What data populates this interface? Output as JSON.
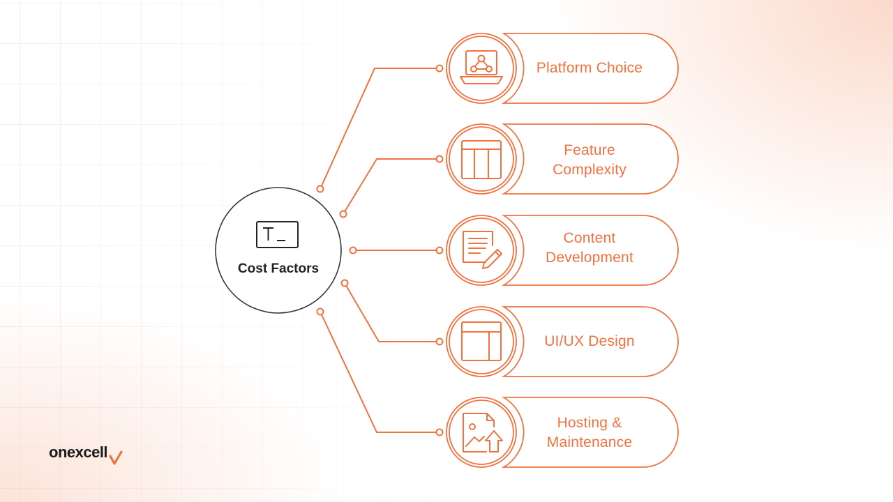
{
  "center": {
    "label": "Cost Factors",
    "icon": "terminal-icon"
  },
  "factors": [
    {
      "label": "Platform Choice",
      "icon": "user-network-laptop-icon"
    },
    {
      "label": "Feature\nComplexity",
      "icon": "columns-layout-icon"
    },
    {
      "label": "Content\nDevelopment",
      "icon": "document-pen-icon"
    },
    {
      "label": "UI/UX Design",
      "icon": "layout-icon"
    },
    {
      "label": "Hosting &\nMaintenance",
      "icon": "image-upload-icon"
    }
  ],
  "brand": {
    "name": "onexcell",
    "accent": "#f0723f"
  },
  "colors": {
    "accent": "#f0723f",
    "text_dark": "#222222",
    "center_stroke": "#333333"
  }
}
